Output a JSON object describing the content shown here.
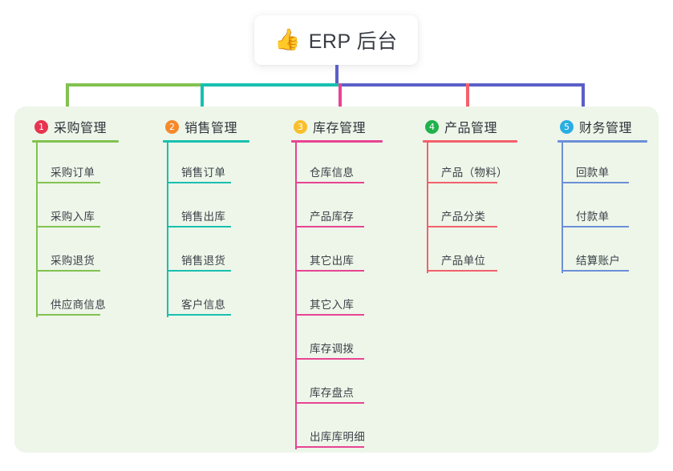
{
  "root": {
    "emoji": "👍",
    "emoji_name": "thumbs-up-icon",
    "label": "ERP 后台"
  },
  "palette": {
    "canvas_bg": "#ffffff",
    "panel_bg": "#edf6e9",
    "root_stem": "#5b5fc7",
    "bus_green": "#82c250",
    "bus_teal": "#18c0b0",
    "bus_blue": "#5b5fc7",
    "text_dark": "#2f333a",
    "text_leaf": "#3c4149"
  },
  "columns": [
    {
      "number": "1",
      "title": "采购管理",
      "badge_color": "#e8344e",
      "line_color": "#82c250",
      "rule_width": 108,
      "leaf_rule_width": 80,
      "spine_height": 218,
      "items": [
        {
          "label": "采购订单"
        },
        {
          "label": "采购入库"
        },
        {
          "label": "采购退货"
        },
        {
          "label": "供应商信息"
        }
      ]
    },
    {
      "number": "2",
      "title": "销售管理",
      "badge_color": "#f5892c",
      "line_color": "#18c0b0",
      "rule_width": 108,
      "leaf_rule_width": 80,
      "spine_height": 218,
      "items": [
        {
          "label": "销售订单"
        },
        {
          "label": "销售出库"
        },
        {
          "label": "销售退货"
        },
        {
          "label": "客户信息"
        }
      ]
    },
    {
      "number": "3",
      "title": "库存管理",
      "badge_color": "#f9be2a",
      "line_color": "#e84393",
      "rule_width": 114,
      "leaf_rule_width": 86,
      "spine_height": 383,
      "items": [
        {
          "label": "仓库信息"
        },
        {
          "label": "产品库存"
        },
        {
          "label": "其它出库"
        },
        {
          "label": "其它入库"
        },
        {
          "label": "库存调拨"
        },
        {
          "label": "库存盘点"
        },
        {
          "label": "出库库明细"
        }
      ]
    },
    {
      "number": "4",
      "title": "产品管理",
      "badge_color": "#22b14c",
      "line_color": "#f4606c",
      "rule_width": 118,
      "leaf_rule_width": 88,
      "spine_height": 163,
      "items": [
        {
          "label": "产品（物料）"
        },
        {
          "label": "产品分类"
        },
        {
          "label": "产品单位"
        }
      ]
    },
    {
      "number": "5",
      "title": "财务管理",
      "badge_color": "#29aee3",
      "line_color": "#6c8fd8",
      "rule_width": 112,
      "leaf_rule_width": 84,
      "spine_height": 163,
      "items": [
        {
          "label": "回款单"
        },
        {
          "label": "付款单"
        },
        {
          "label": "结算账户"
        }
      ]
    }
  ]
}
